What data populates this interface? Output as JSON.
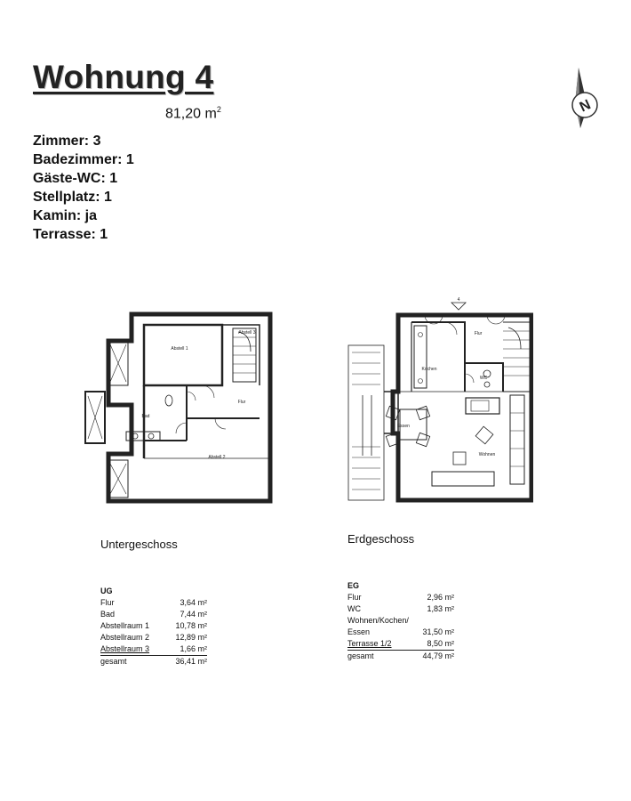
{
  "header": {
    "title": "Wohnung 4",
    "area_value": "81,20 m",
    "area_exp": "2"
  },
  "features": [
    "Zimmer: 3",
    "Badezimmer: 1",
    "Gäste-WC: 1",
    "Stellplatz: 1",
    "Kamin: ja",
    "Terrasse: 1"
  ],
  "compass": {
    "letter": "N"
  },
  "plans": {
    "ug": {
      "label": "Untergeschoss",
      "rooms": [
        "Abstell 1",
        "Abstell 3",
        "Flur",
        "Bad",
        "Abstell 2"
      ]
    },
    "eg": {
      "label": "Erdgeschoss",
      "marker": "4",
      "rooms": [
        "Flur",
        "Kochen",
        "WC",
        "Essen",
        "Wohnen"
      ]
    }
  },
  "tables": {
    "ug": {
      "header": "UG",
      "rows": [
        {
          "name": "Flur",
          "value": "3,64 m²"
        },
        {
          "name": "Bad",
          "value": "7,44 m²"
        },
        {
          "name": "Abstellraum 1",
          "value": "10,78 m²"
        },
        {
          "name": "Abstellraum 2",
          "value": "12,89 m²"
        },
        {
          "name": "Abstellraum 3",
          "value": "1,66 m²"
        },
        {
          "name": "gesamt",
          "value": "36,41 m²"
        }
      ]
    },
    "eg": {
      "header": "EG",
      "rows": [
        {
          "name": "Flur",
          "value": "2,96 m²"
        },
        {
          "name": "WC",
          "value": "1,83 m²"
        },
        {
          "name": "Wohnen/Kochen/",
          "value": ""
        },
        {
          "name": "Essen",
          "value": "31,50 m²"
        },
        {
          "name": "Terrasse 1/2",
          "value": "8,50 m²"
        },
        {
          "name": "gesamt",
          "value": "44,79 m²"
        }
      ]
    }
  }
}
